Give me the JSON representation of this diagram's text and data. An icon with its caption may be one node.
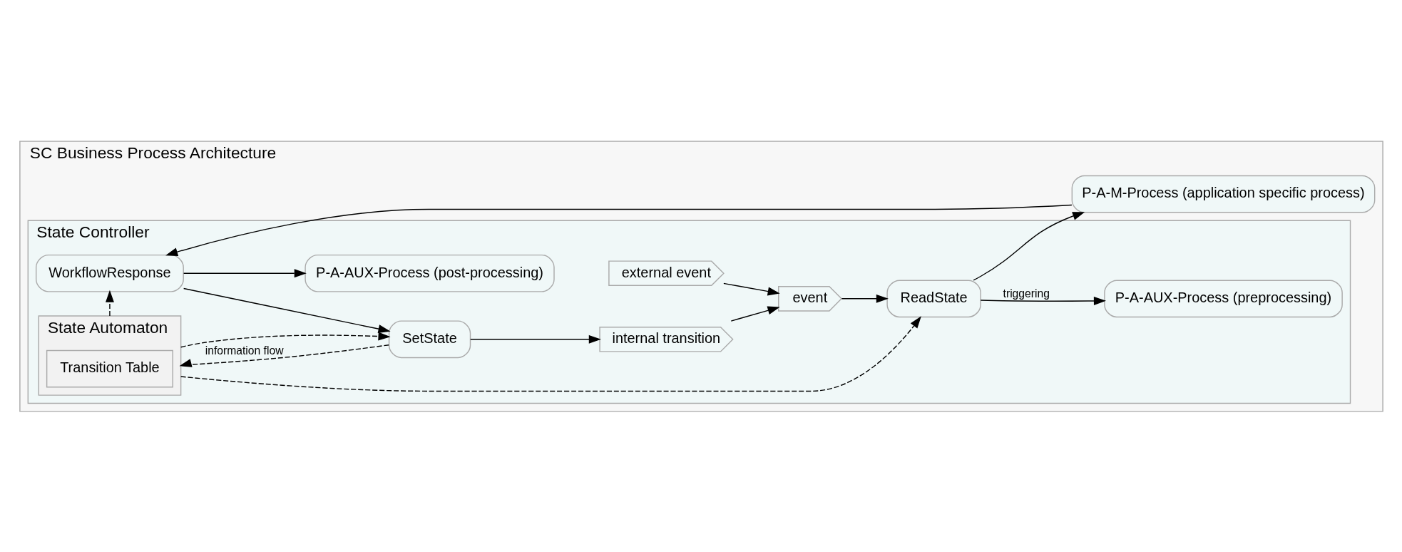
{
  "diagram": {
    "nodes": [
      {
        "text": [
          "SC Business Process Architecture"
        ]
      },
      {
        "text": [
          "State Controller"
        ],
        "in": 0
      },
      {
        "text": [
          "external event"
        ],
        "in": 1
      },
      {
        "text": [
          "internal transition"
        ],
        "in": 1
      },
      {
        "text": [
          "event"
        ],
        "in": 1
      },
      {
        "text": [
          "ReadState"
        ],
        "in": 1
      },
      {
        "text": [
          "State Automaton"
        ],
        "in": 1
      },
      {
        "text": [
          "Transition Table"
        ],
        "in": 6
      },
      {
        "text": [
          "WorkflowResponse"
        ],
        "in": 1
      },
      {
        "text": [
          "SetState"
        ],
        "in": 1
      },
      {
        "text": [
          "P-A-AUX-Process (preprocessing)"
        ],
        "in": 1
      },
      {
        "text": [
          "P-A-M-Process (application specific process)"
        ],
        "in": 0
      },
      {
        "text": [
          "P-A-AUX-Process (post-processing)"
        ],
        "in": 1
      }
    ],
    "edges": [
      {
        "from": 2,
        "to": 4,
        "arrow": "to"
      },
      {
        "from": 3,
        "to": 4,
        "arrow": "to"
      },
      {
        "from": 4,
        "to": 5,
        "arrow": "to"
      },
      {
        "from": 6,
        "to": 5,
        "arrow": "to",
        "style": "dashed"
      },
      {
        "from": 5,
        "to": 10,
        "arrow": "to",
        "label": "triggering"
      },
      {
        "from": 5,
        "to": 11,
        "arrow": "to"
      },
      {
        "from": 11,
        "to": 8,
        "arrow": "to"
      },
      {
        "from": 6,
        "to": 8,
        "arrow": "to",
        "style": "dashed"
      },
      {
        "from": 6,
        "to": 9,
        "arrow": "to",
        "style": "dashed"
      },
      {
        "from": 8,
        "to": 9,
        "arrow": "to"
      },
      {
        "from": 8,
        "to": 12,
        "arrow": "to"
      },
      {
        "from": 9,
        "to": 6,
        "arrow": "to",
        "style": "dashed",
        "label": "information flow"
      },
      {
        "from": 9,
        "to": 3,
        "arrow": "to"
      }
    ]
  }
}
